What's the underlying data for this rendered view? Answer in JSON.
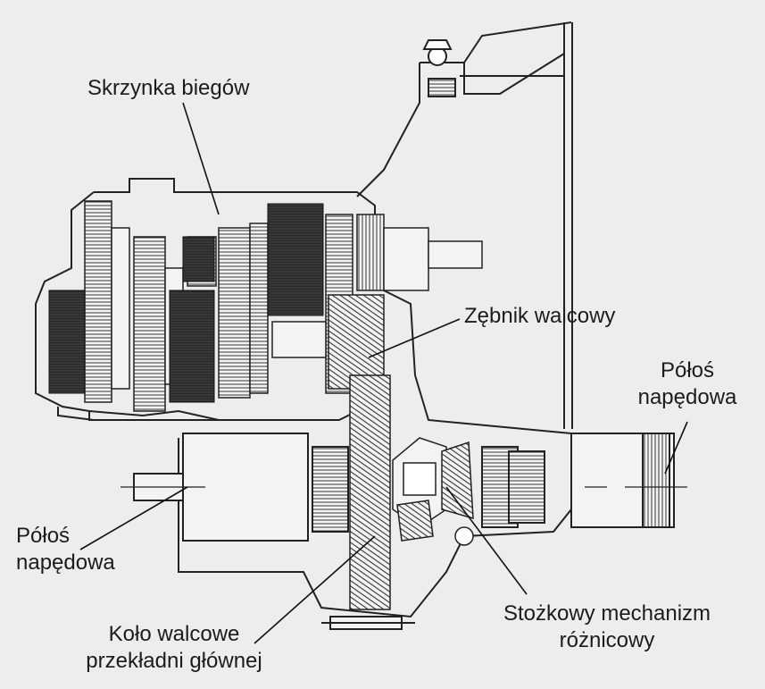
{
  "labels": {
    "gearbox": "Skrzynka biegów",
    "spur_pinion": "Zębnik walcowy",
    "half_shaft_right_line1": "Półoś",
    "half_shaft_right_line2": "napędowa",
    "half_shaft_left_line1": "Półoś",
    "half_shaft_left_line2": "napędowa",
    "final_drive_gear_line1": "Koło walcowe",
    "final_drive_gear_line2": "przekładni głównej",
    "bevel_diff_line1": "Stożkowy mechanizm",
    "bevel_diff_line2": "różnicowy"
  },
  "colors": {
    "background": "#eeedec",
    "ink": "#1c1c1c",
    "dark_gear": "#2a2a2a"
  }
}
